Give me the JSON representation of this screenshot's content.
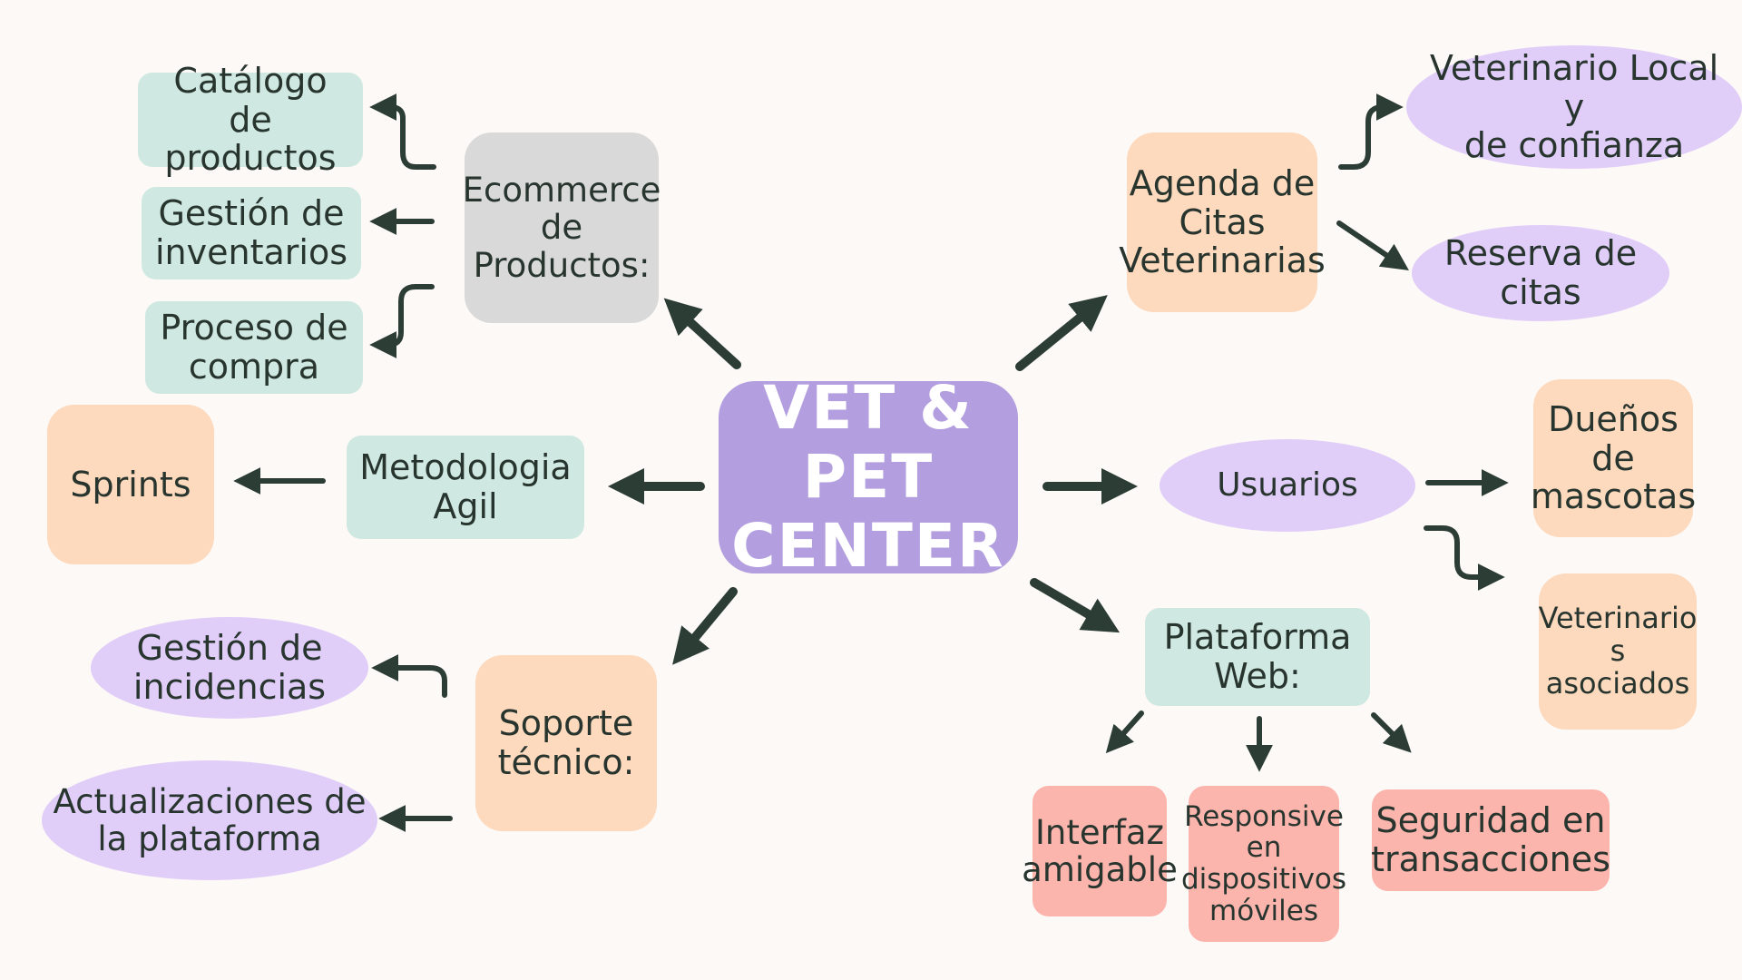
{
  "center": "VET & PET\nCENTER",
  "branches": {
    "ecommerce": {
      "label": "Ecommerce\nde\nProductos:",
      "children": [
        "Catálogo de\nproductos",
        "Gestión de\ninventarios",
        "Proceso de\ncompra"
      ]
    },
    "agenda": {
      "label": "Agenda de\nCitas\nVeterinarias",
      "children": [
        "Veterinario Local y\nde confianza",
        "Reserva de\ncitas"
      ]
    },
    "usuarios": {
      "label": "Usuarios",
      "children": [
        "Dueños\nde\nmascotas",
        "Veterinario\ns asociados"
      ]
    },
    "plataforma": {
      "label": "Plataforma\nWeb:",
      "children": [
        "Interfaz\namigable",
        "Responsive\nen\ndispositivos\nmóviles",
        "Seguridad en\ntransacciones"
      ]
    },
    "soporte": {
      "label": "Soporte\ntécnico:",
      "children": [
        "Gestión de\nincidencias",
        "Actualizaciones de\nla plataforma"
      ]
    },
    "metodologia": {
      "label": "Metodologia\nAgil",
      "children": [
        "Sprints"
      ]
    }
  },
  "colors": {
    "background": "#fdf9f6",
    "center": "#b39fdf",
    "teal": "#cfe8e1",
    "gray": "#d9d9d9",
    "peach": "#fdd9bd",
    "purple": "#e0cef9",
    "pink": "#fcb5ad",
    "arrow": "#2c3d35"
  }
}
